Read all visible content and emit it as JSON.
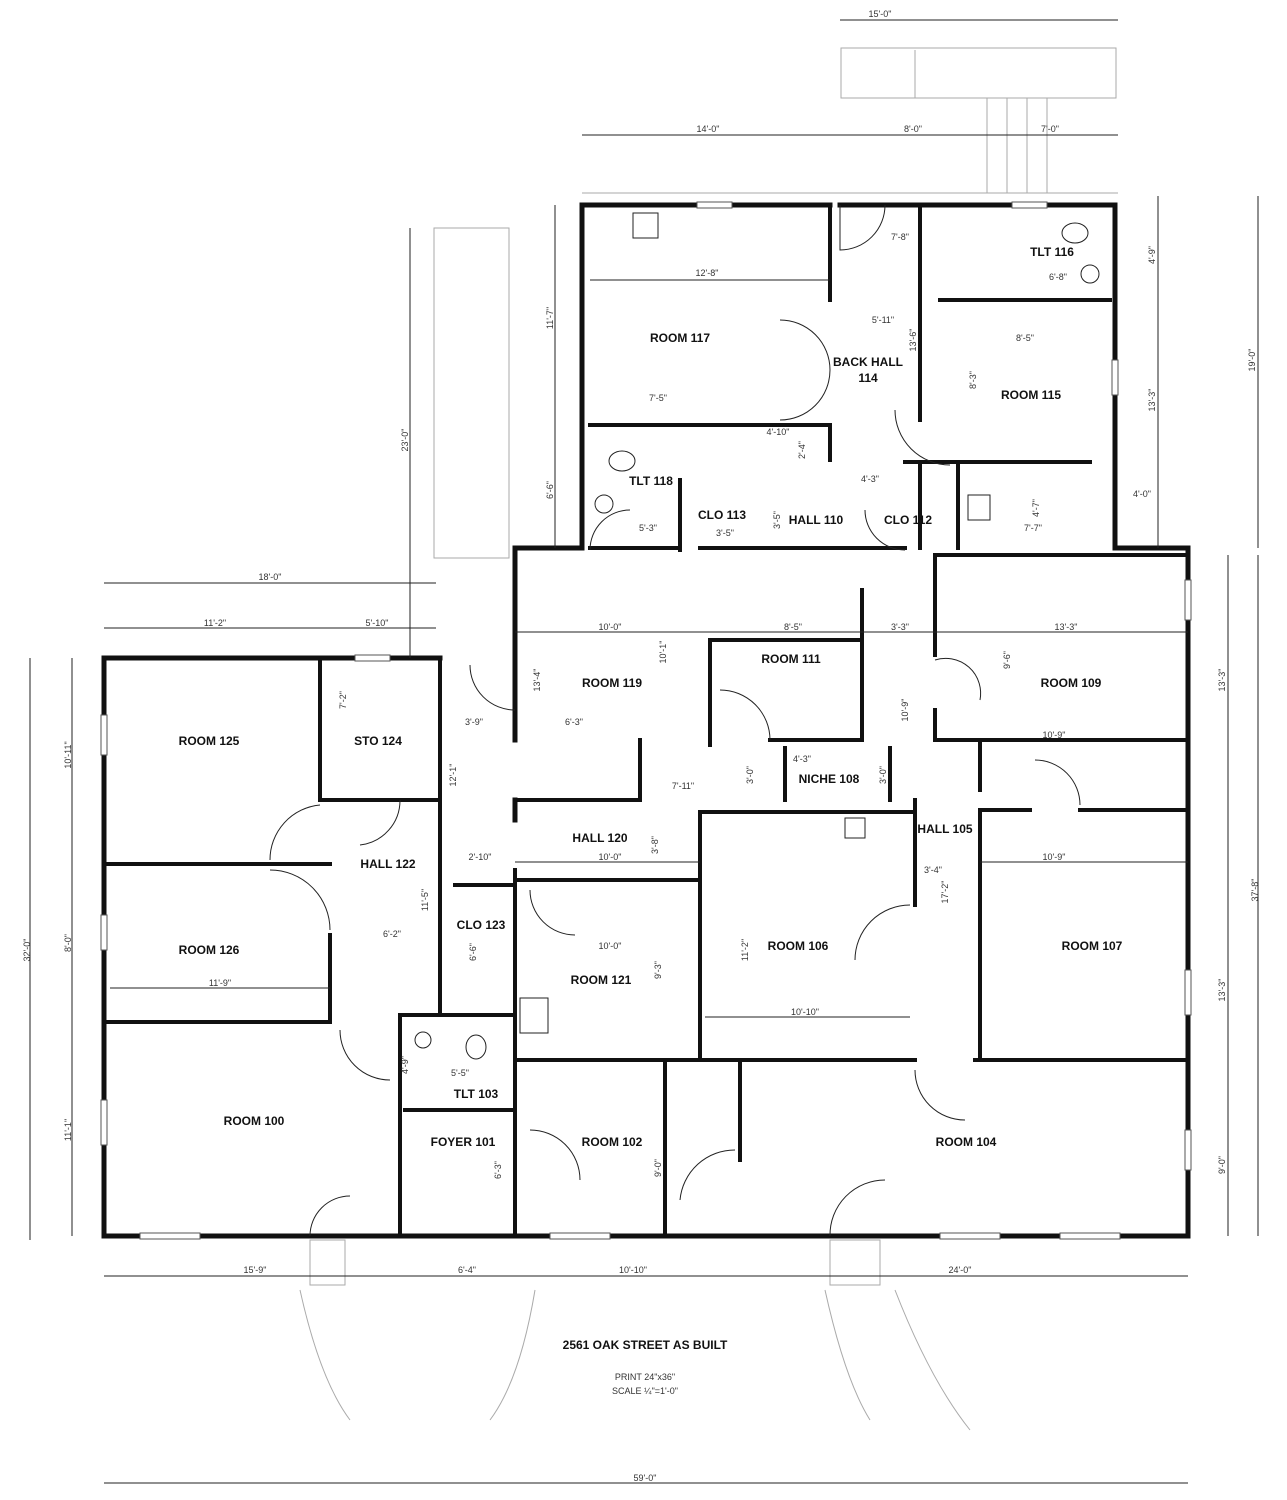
{
  "title": "2561 OAK STREET AS BUILT",
  "print_note": "PRINT 24\"x36\"",
  "scale_note": "SCALE ¼\"=1'-0\"",
  "rooms": {
    "r117": "ROOM 117",
    "bh114a": "BACK HALL",
    "bh114b": "114",
    "t116": "TLT 116",
    "r115": "ROOM 115",
    "t118": "TLT 118",
    "c113": "CLO 113",
    "h110": "HALL 110",
    "c112": "CLO 112",
    "r119": "ROOM 119",
    "r111": "ROOM 111",
    "r109": "ROOM 109",
    "r125": "ROOM 125",
    "s124": "STO 124",
    "n108": "NICHE 108",
    "h105": "HALL 105",
    "h120": "HALL 120",
    "h122": "HALL 122",
    "c123": "CLO 123",
    "r106": "ROOM 106",
    "r107": "ROOM 107",
    "r126": "ROOM 126",
    "r121": "ROOM 121",
    "r100": "ROOM 100",
    "t103": "TLT 103",
    "f101": "FOYER 101",
    "r102": "ROOM 102",
    "r104": "ROOM 104"
  },
  "dims": {
    "d1": "15'-0\"",
    "d2": "14'-0\"",
    "d3": "8'-0\"",
    "d4": "7'-0\"",
    "d5": "19'-0\"",
    "d6": "4'-9\"",
    "d7": "13'-3\"",
    "d8": "4'-0\"",
    "d9": "7'-8\"",
    "d10": "6'-8\"",
    "d11": "12'-8\"",
    "d12": "5'-11\"",
    "d13": "8'-5\"",
    "d14": "13'-6\"",
    "d15": "8'-3\"",
    "d16": "7'-5\"",
    "d17": "4'-10\"",
    "d18": "2'-4\"",
    "d19": "4'-3\"",
    "d20": "4'-7\"",
    "d21": "7'-7\"",
    "d22": "5'-3\"",
    "d23": "3'-5\"",
    "d24": "3'-5\"",
    "d25": "11'-7\"",
    "d26": "6'-6\"",
    "d27": "23'-0\"",
    "d28": "18'-0\"",
    "d29": "11'-2\"",
    "d30": "5'-10\"",
    "d31": "10'-0\"",
    "d32": "8'-5\"",
    "d33": "3'-3\"",
    "d34": "13'-3\"",
    "d35": "9'-6\"",
    "d36": "13'-3\"",
    "d37": "13'-4\"",
    "d38": "10'-1\"",
    "d39": "10'-9\"",
    "d40": "3'-9\"",
    "d41": "6'-3\"",
    "d42": "7'-2\"",
    "d43": "10'-11\"",
    "d44": "32'-0\"",
    "d45": "10'-9\"",
    "d46": "12'-1\"",
    "d47": "4'-3\"",
    "d48": "3'-0\"",
    "d49": "3'-0\"",
    "d50": "7'-11\"",
    "d51": "37'-8\"",
    "d52": "3'-8\"",
    "d53": "2'-10\"",
    "d54": "10'-0\"",
    "d55": "10'-9\"",
    "d56": "3'-4\"",
    "d57": "17'-2\"",
    "d58": "11'-5\"",
    "d59": "6'-2\"",
    "d60": "11'-2\"",
    "d61": "10'-0\"",
    "d62": "6'-6\"",
    "d63": "8'-0\"",
    "d64": "13'-3\"",
    "d65": "9'-3\"",
    "d66": "11'-9\"",
    "d67": "10'-10\"",
    "d68": "5'-5\"",
    "d69": "4'-9\"",
    "d70": "11'-1\"",
    "d71": "9'-0\"",
    "d72": "9'-0\"",
    "d73": "6'-3\"",
    "d74": "15'-9\"",
    "d75": "6'-4\"",
    "d76": "10'-10\"",
    "d77": "24'-0\"",
    "d78": "59'-0\""
  }
}
